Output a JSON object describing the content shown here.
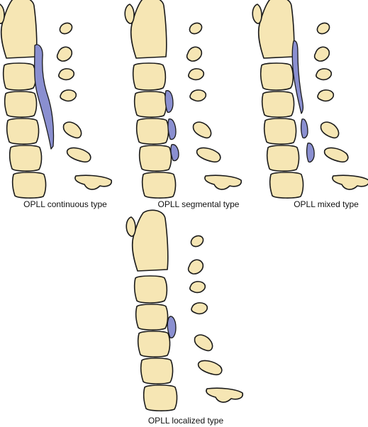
{
  "colors": {
    "bone_fill": "#f6e6b4",
    "outline": "#1a1a1a",
    "ossification": "#8a8fd0",
    "background": "#ffffff"
  },
  "panels": [
    {
      "id": "continuous",
      "caption": "OPLL continuous type"
    },
    {
      "id": "segmental",
      "caption": "OPLL segmental type"
    },
    {
      "id": "mixed",
      "caption": "OPLL mixed type"
    },
    {
      "id": "localized",
      "caption": "OPLL localized type"
    }
  ]
}
